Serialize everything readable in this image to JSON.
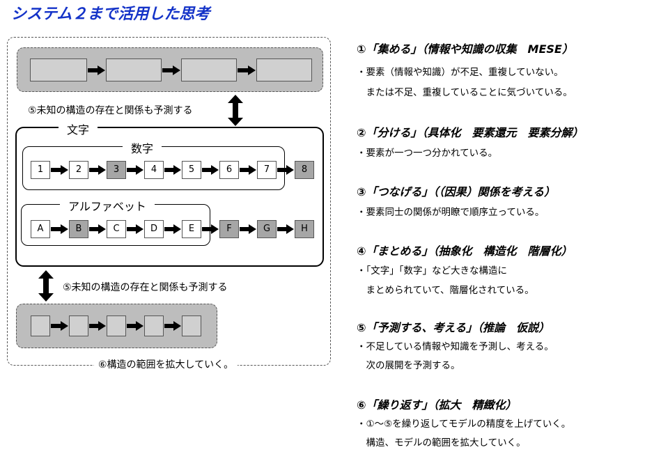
{
  "title": "システム２まで活用した思考",
  "diagram": {
    "outer_caption": "⑥構造の範囲を拡大していく。",
    "predict_label_top": "⑤未知の構造の存在と関係も予測する",
    "predict_label_bottom": "⑤未知の構造の存在と関係も予測する",
    "frame_main_label": "文字",
    "numbers_label": "数字",
    "alphabet_label": "アルファベット",
    "number_boxes": [
      "1",
      "2",
      "3",
      "4",
      "5",
      "6",
      "7",
      "8"
    ],
    "alphabet_boxes": [
      "A",
      "B",
      "C",
      "D",
      "E",
      "F",
      "G",
      "H"
    ]
  },
  "sections": [
    {
      "heading": "①「集める」（情報や知識の収集　MESE）",
      "lines": [
        "・要素（情報や知識）が不足、重複していない。",
        "　または不足、重複していることに気づいている。"
      ]
    },
    {
      "heading": "②「分ける」（具体化　要素還元　要素分解）",
      "lines": [
        "・要素が一つ一つ分かれている。"
      ]
    },
    {
      "heading": "③「つなげる」（（因果）関係を考える）",
      "lines": [
        "・要素同士の関係が明瞭で順序立っている。"
      ]
    },
    {
      "heading": "④「まとめる」（抽象化　構造化　階層化）",
      "lines": [
        "・「文字」「数字」など大きな構造に",
        "　まとめられていて、階層化されている。"
      ]
    },
    {
      "heading": "⑤「予測する、考える」（推論　仮説）",
      "lines": [
        "・不足している情報や知識を予測し、考える。",
        "　次の展開を予測する。"
      ]
    },
    {
      "heading": "⑥「繰り返す」（拡大　精緻化）",
      "lines": [
        "・①～⑤を繰り返してモデルの精度を上げていく。",
        "　構造、モデルの範囲を拡大していく。"
      ]
    }
  ],
  "colors": {
    "title": "#1433c8",
    "band": "#bdbdbd",
    "gray_box": "#a6a6a6"
  }
}
